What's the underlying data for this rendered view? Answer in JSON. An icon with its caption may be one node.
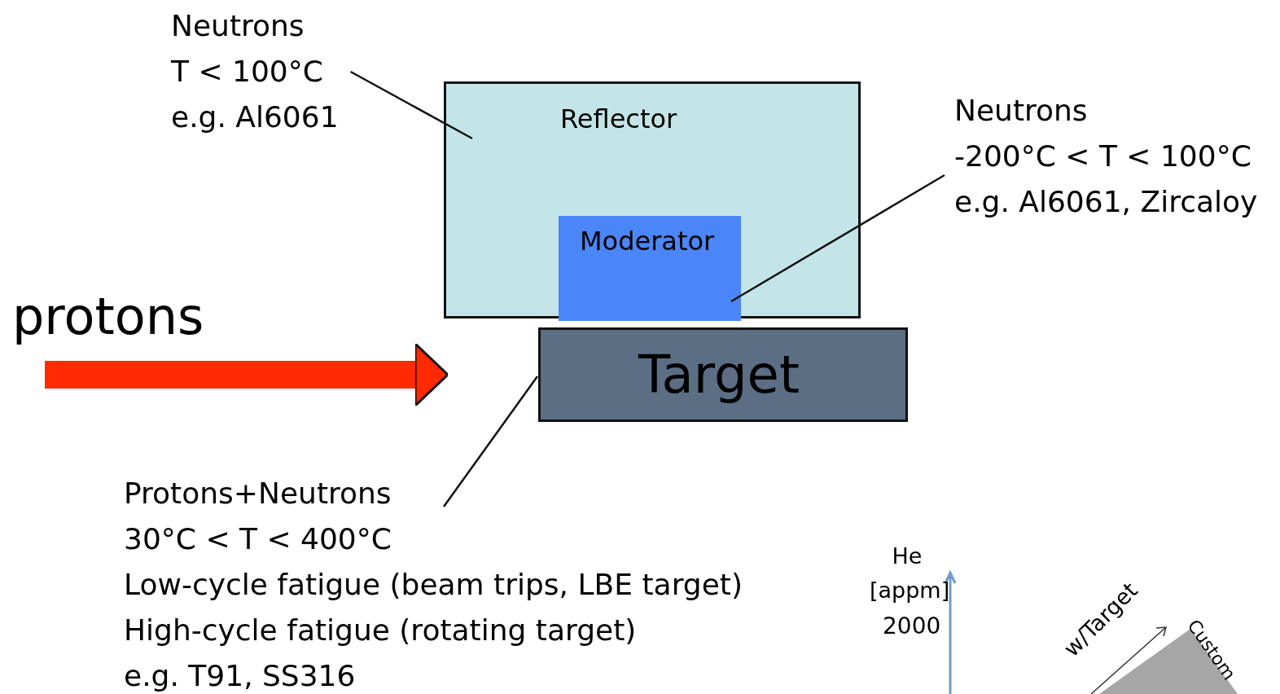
{
  "diagram": {
    "nodes": [
      {
        "text": [
          "Reflector"
        ]
      },
      {
        "text": [
          "Moderator"
        ],
        "in": 0
      },
      {
        "text": [
          "Target"
        ]
      },
      {
        "text": [
          "Neutrons",
          "T < 100°C",
          "e.g. Al6061"
        ]
      },
      {
        "text": [
          "Neutrons",
          "-200°C < T < 100°C",
          "e.g. Al6061, Zircaloy"
        ]
      },
      {
        "text": [
          "Protons+Neutrons",
          "30°C < T < 400°C",
          "Low-cycle fatigue (beam trips, LBE target)",
          "High-cycle fatigue (rotating target)",
          "e.g. T91, SS316"
        ]
      }
    ],
    "edges": [
      {
        "from": 3,
        "to": 0,
        "arrow": "none"
      },
      {
        "from": 4,
        "to": 1,
        "arrow": "none"
      },
      {
        "from": 5,
        "to": 2,
        "arrow": "none"
      },
      {
        "from": null,
        "to": 2,
        "arrow": "to",
        "label": "protons",
        "style": "thick",
        "color": "#ff2a00"
      }
    ],
    "labels": [
      "He [appm]",
      "2000",
      "w/Target",
      "Custom"
    ]
  }
}
